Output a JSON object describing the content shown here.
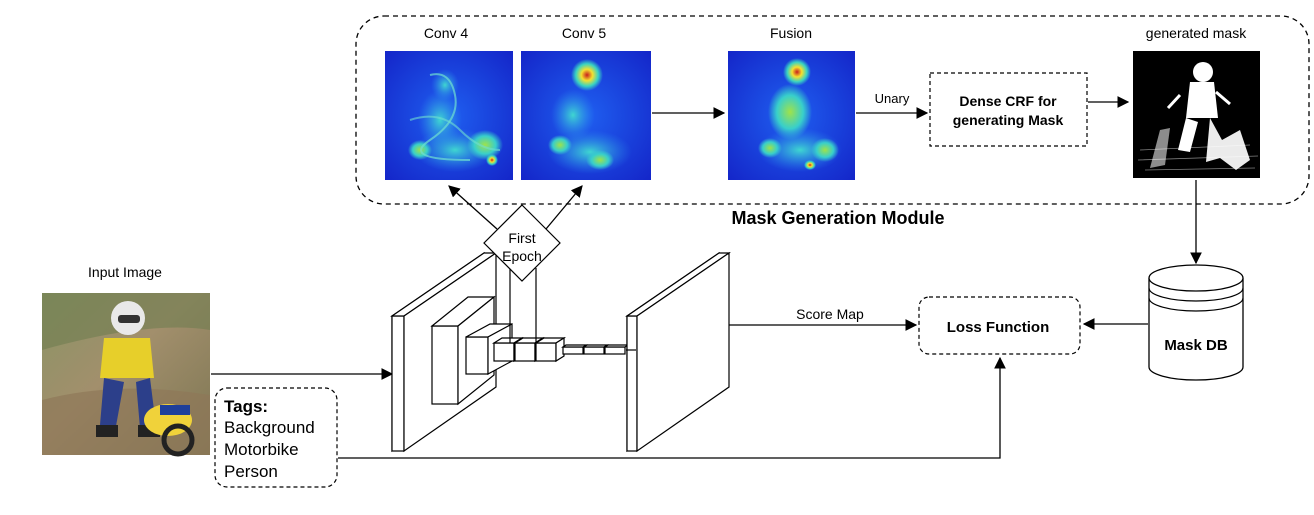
{
  "diagram": {
    "module_title": "Mask Generation Module",
    "input_image_label": "Input Image",
    "conv4_label": "Conv 4",
    "conv5_label": "Conv 5",
    "fusion_label": "Fusion",
    "generated_mask_label": "generated mask",
    "unary_label": "Unary",
    "crf_box": {
      "line1": "Dense CRF for",
      "line2": "generating Mask"
    },
    "first_epoch": {
      "line1": "First",
      "line2": "Epoch"
    },
    "score_map_label": "Score Map",
    "loss_function_label": "Loss Function",
    "mask_db_label": "Mask DB",
    "tags": {
      "title": "Tags:",
      "items": [
        "Background",
        "Motorbike",
        "Person"
      ]
    }
  },
  "colors": {
    "heatmap_low": "#1a2fd6",
    "heatmap_mid": "#34d0c4",
    "heatmap_high": "#f2e230",
    "heatmap_peak": "#d8251e",
    "photo_sky": "#7e8a5a",
    "shirt_yellow": "#e7cf2a",
    "mask_bg": "#000000",
    "mask_fg": "#ffffff"
  }
}
